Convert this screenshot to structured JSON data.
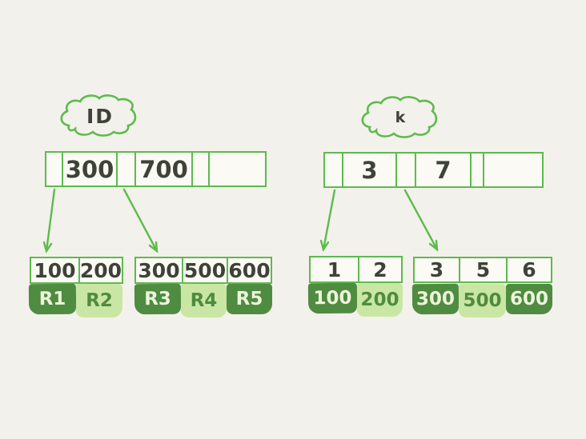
{
  "palette": {
    "background": "#f3f1eb",
    "stroke_green": "#5cbb4c",
    "dark_green": "#4f8b40",
    "light_green": "#c9e6a4",
    "ink": "#3e4238",
    "cream_text": "#ecf4da"
  },
  "trees": [
    {
      "name": "id-index",
      "cloud_label": "ID",
      "root": {
        "key1": "300",
        "key2": "700"
      },
      "leaf1": {
        "keys": [
          "100",
          "200"
        ],
        "values": [
          "R1",
          "R2"
        ]
      },
      "leaf2": {
        "keys": [
          "300",
          "500",
          "600"
        ],
        "values": [
          "R3",
          "R4",
          "R5"
        ]
      }
    },
    {
      "name": "k-index",
      "cloud_label": "k",
      "root": {
        "key1": "3",
        "key2": "7"
      },
      "leaf1": {
        "keys": [
          "1",
          "2"
        ],
        "values": [
          "100",
          "200"
        ]
      },
      "leaf2": {
        "keys": [
          "3",
          "5",
          "6"
        ],
        "values": [
          "300",
          "500",
          "600"
        ]
      }
    }
  ]
}
